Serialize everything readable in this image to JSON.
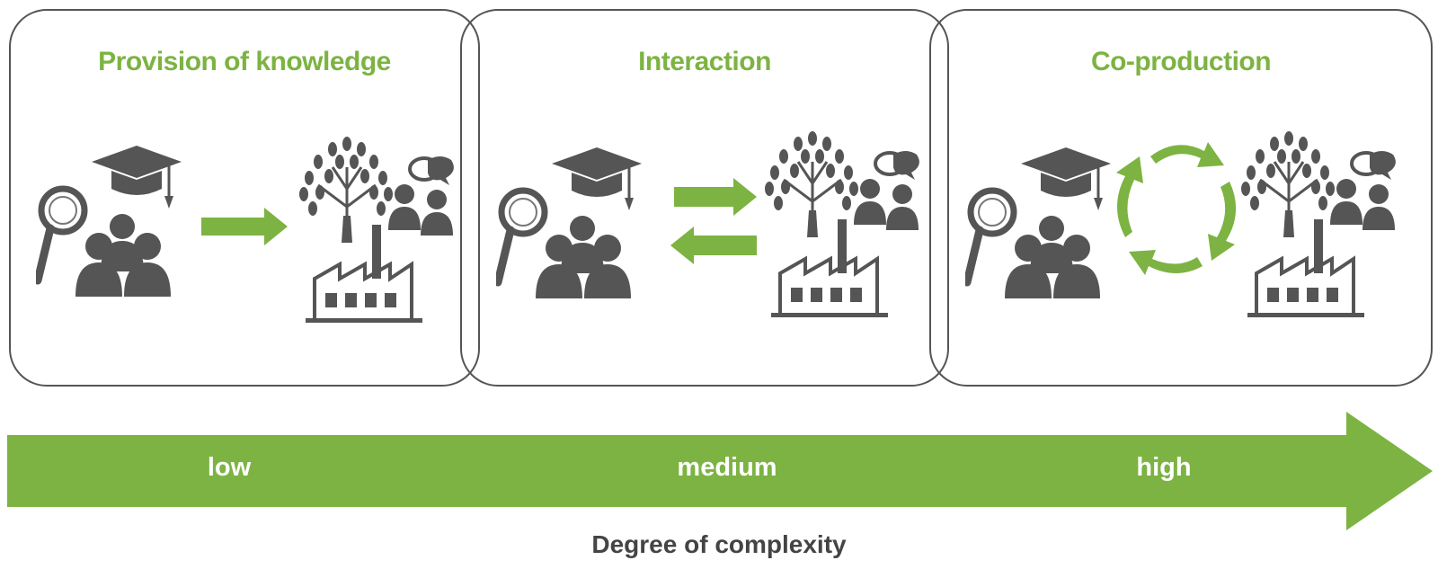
{
  "panels": [
    {
      "title": "Provision of knowledge",
      "relation": "one-way-arrow"
    },
    {
      "title": "Interaction",
      "relation": "two-way-arrows"
    },
    {
      "title": "Co-production",
      "relation": "cycle-arrows"
    }
  ],
  "scale": {
    "levels": [
      "low",
      "medium",
      "high"
    ],
    "axis_title": "Degree of complexity"
  },
  "icons": {
    "science": [
      "magnifier-icon",
      "graduation-cap-icon",
      "people-group-icon"
    ],
    "society": [
      "tree-icon",
      "factory-icon",
      "people-talking-icon"
    ]
  },
  "colors": {
    "accent": "#7cb342",
    "icon": "#555555",
    "border": "#555555",
    "text_dark": "#444444"
  }
}
